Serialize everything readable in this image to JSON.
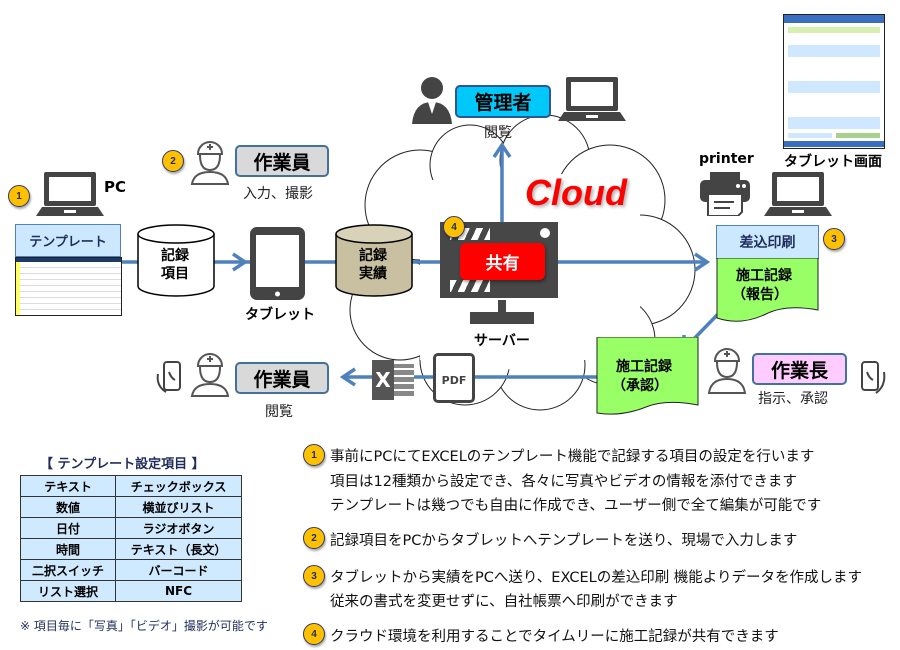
{
  "diagram": {
    "cloud_label": "Cloud",
    "admin": {
      "role": "管理者",
      "action": "閲覧"
    },
    "server": {
      "share_label": "共有",
      "label": "サーバー",
      "badge": "4"
    },
    "pc": {
      "label": "PC",
      "badge": "1",
      "template_label": "テンプレート"
    },
    "record_items": {
      "line1": "記録",
      "line2": "項目"
    },
    "tablet": {
      "label": "タブレット"
    },
    "record_results": {
      "line1": "記録",
      "line2": "実績"
    },
    "worker_input": {
      "role": "作業員",
      "action": "入力、撮影",
      "badge": "2"
    },
    "worker_view": {
      "role": "作業員",
      "action": "閲覧"
    },
    "printer": {
      "label": "printer"
    },
    "tablet_screen": {
      "label": "タブレット画面"
    },
    "mail_merge": {
      "label": "差込印刷",
      "badge": "3",
      "doc_line1": "施工記録",
      "doc_line2": "（報告）"
    },
    "approval_doc": {
      "line1": "施工記録",
      "line2": "（承認）"
    },
    "foreman": {
      "role": "作業長",
      "action": "指示、承認"
    },
    "pdf_label": "PDF",
    "excel_label": "X"
  },
  "template_settings": {
    "title": "【 テンプレート設定項目 】",
    "rows": [
      [
        "テキスト",
        "チェックボックス"
      ],
      [
        "数値",
        "横並びリスト"
      ],
      [
        "日付",
        "ラジオボタン"
      ],
      [
        "時間",
        "テキスト（長文）"
      ],
      [
        "二択スイッチ",
        "バーコード"
      ],
      [
        "リスト選択",
        "NFC"
      ]
    ],
    "note": "※ 項目毎に「写真」「ビデオ」撮影が可能です"
  },
  "descriptions": [
    {
      "badge": "1",
      "lines": [
        "事前にPCにてEXCELのテンプレート機能で記録する項目の設定を行います",
        "項目は12種類から設定でき、各々に写真やビデオの情報を添付できます",
        "テンプレートは幾つでも自由に作成でき、ユーザー側で全て編集が可能です"
      ]
    },
    {
      "badge": "2",
      "lines": [
        "記録項目をPCからタブレットへテンプレートを送り、現場で入力します"
      ]
    },
    {
      "badge": "3",
      "lines": [
        "タブレットから実績をPCへ送り、EXCELの差込印刷 機能よりデータを作成します",
        "従来の書式を変更せずに、自社帳票へ印刷ができます"
      ]
    },
    {
      "badge": "4",
      "lines": [
        "クラウド環境を利用することでタイムリーに施工記録が共有できます"
      ]
    }
  ],
  "colors": {
    "accent_line": "#4f81bd",
    "badge": "#ffc000",
    "cloud_text": "#ff0000",
    "share": "#ff0000",
    "admin_box": "#00c8f8",
    "foreman_box": "#ffccff",
    "doc_green": "#99ff66",
    "light_blue": "#cce8ff",
    "cylinder_tan": "#c8c0a0"
  }
}
